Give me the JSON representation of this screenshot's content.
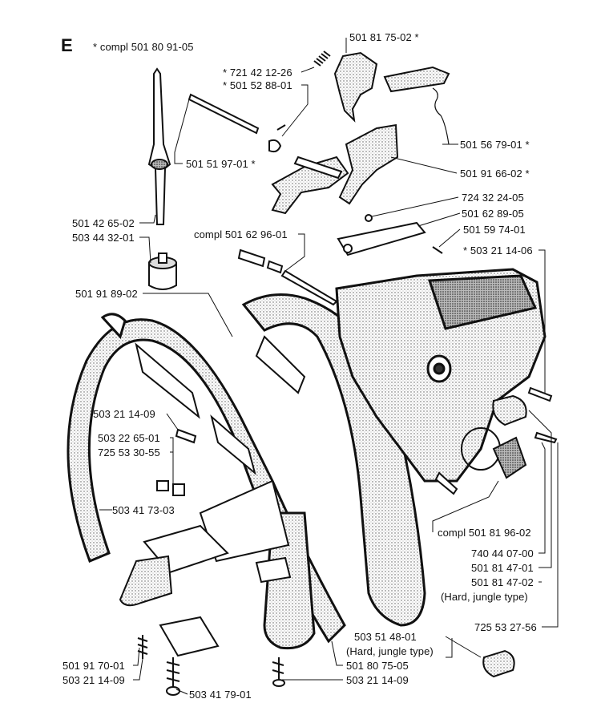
{
  "section_letter": "E",
  "note": "* compl 501 80 91-05",
  "labels": {
    "l1": "501 81 75-02 *",
    "l2": "* 721 42 12-26",
    "l3": "* 501 52 88-01",
    "l4": "501 56 79-01 *",
    "l5": "501 51 97-01 *",
    "l6": "501 91 66-02 *",
    "l7": "724 32 24-05",
    "l8": "501 62 89-05",
    "l9": "501 59 74-01",
    "l10": "* 503 21 14-06",
    "l11": "501 42 65-02",
    "l12": "503 44 32-01",
    "l13": "compl 501 62 96-01",
    "l14": "501 91 89-02",
    "l15": "503 21 14-09",
    "l16": "503 22 65-01",
    "l17": "725 53 30-55",
    "l18": "503 41 73-03",
    "l19": "compl 501 81 96-02",
    "l20": "740 44 07-00",
    "l21": "501 81 47-01",
    "l22": "501 81 47-02",
    "l23": "(Hard, jungle type)",
    "l24": "725 53 27-56",
    "l25": "503 51 48-01",
    "l26": "(Hard, jungle type)",
    "l27": "501 91 70-01",
    "l28": "503 21 14-09",
    "l29": "501 80 75-05",
    "l30": "503 21 14-09",
    "l31": "503 41 79-01"
  }
}
